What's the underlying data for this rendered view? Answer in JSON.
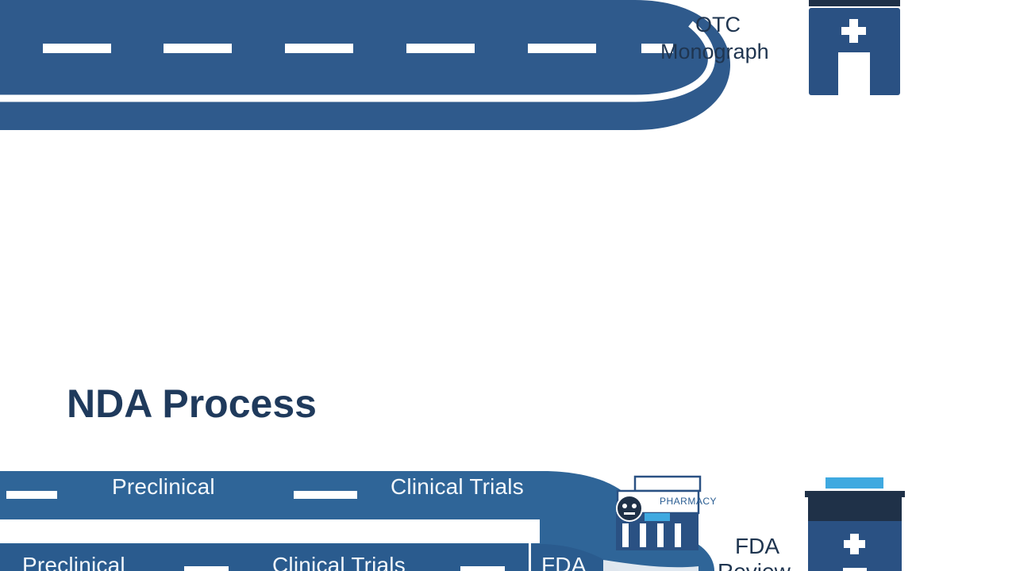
{
  "diagram": {
    "colors": {
      "road": "#2f5a8c",
      "road_dark": "#24507f",
      "building": "#2a5183",
      "building_dark": "#1f3148",
      "accent": "#3fa9e0",
      "lane": "#ffffff",
      "title": "#1f3a5c"
    },
    "top": {
      "monograph_line1": "OTC",
      "monograph_line2": "Monograph",
      "building_icon": "hospital-building-icon"
    },
    "title": "NDA Process",
    "bottom": {
      "stage_1": "Preclinical",
      "stage_2": "Clinical Trials",
      "stage_3": "FDA",
      "review_line1": "FDA",
      "review_line2": "Review",
      "store_sign": "PHARMACY",
      "store_icon": "pharmacy-store-icon",
      "building_icon": "hospital-building-icon"
    }
  }
}
